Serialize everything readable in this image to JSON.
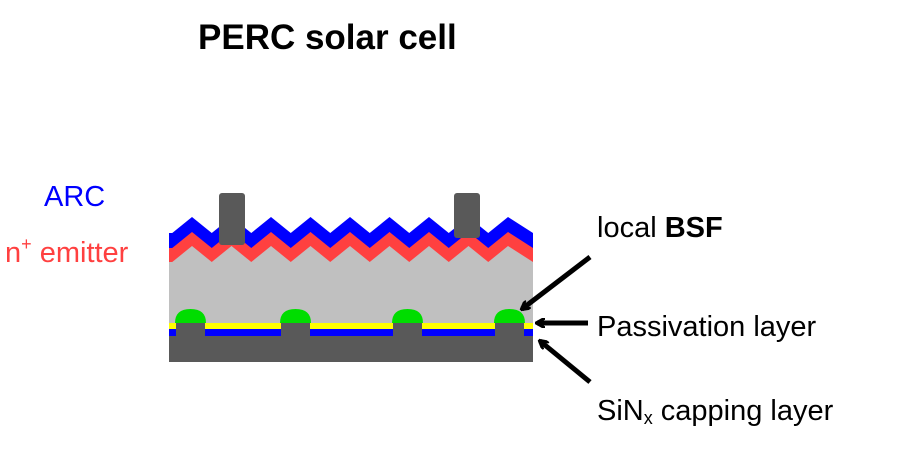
{
  "title": "PERC solar cell",
  "labels": {
    "arc": "ARC",
    "emitter_base": "n",
    "emitter_sup": "+",
    "emitter_rest": " emitter",
    "local": "local ",
    "bsf": "BSF",
    "passivation": "Passivation layer",
    "sin_base": "SiN",
    "sin_sub": "x",
    "sin_rest": " capping layer"
  },
  "colors": {
    "arc": "#0000ff",
    "emitter": "#ff4040",
    "silicon": "#c0c0c0",
    "metal": "#595959",
    "bsf": "#00dd00",
    "passivation": "#ffff00",
    "capping": "#0000ff"
  }
}
